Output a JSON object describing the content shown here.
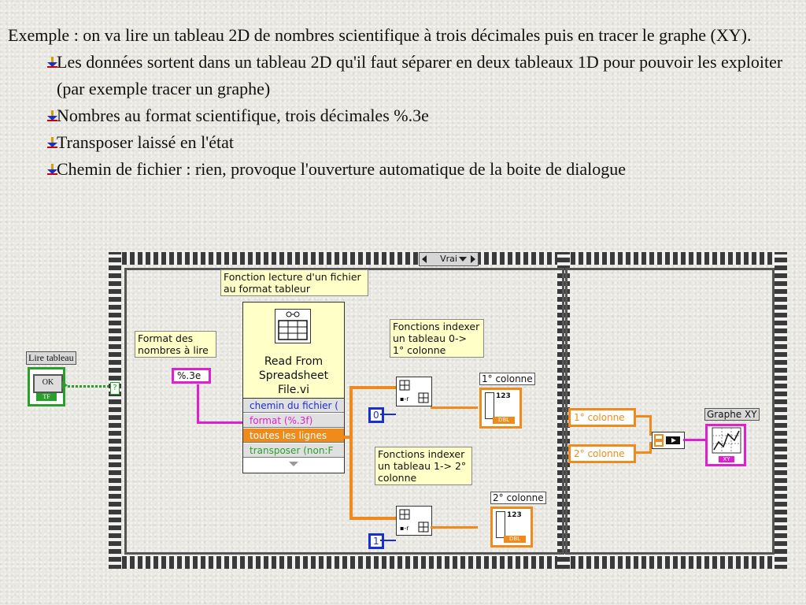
{
  "slide": {
    "intro": "Exemple : on va lire un tableau 2D de nombres scientifique à trois décimales puis en tracer le graphe (XY).",
    "bullets": [
      "Les données sortent dans un tableau 2D qu'il faut séparer en deux tableaux 1D pour pouvoir les exploiter (par exemple tracer un graphe)",
      "Nombres au format scientifique, trois décimales %.3e",
      "Transposer laissé en l'état",
      "Chemin de fichier : rien, provoque l'ouverture automatique de la boite de dialogue"
    ]
  },
  "diagram": {
    "case_selector": "Vrai",
    "bool_label": "Lire tableau",
    "bool_button": "OK",
    "bool_type": "TF",
    "note_lecture": "Fonction lecture d'un fichier au format tableur",
    "note_format": "Format des nombres à lire",
    "format_const": "%.3e",
    "vi_name": "Read From Spreadsheet File.vi",
    "vi_terminals": [
      "chemin du fichier (",
      "format (%.3f)",
      "toutes les lignes",
      "transposer (non:F"
    ],
    "note_index1": "Fonctions indexer un tableau 0-> 1° colonne",
    "note_index2": "Fonctions indexer un tableau 1-> 2° colonne",
    "index_const_0": "0",
    "index_const_1": "1",
    "col1_label": "1° colonne",
    "col2_label": "2° colonne",
    "indicator_digits": "123",
    "indicator_type": "DBL",
    "col1_local": "1° colonne",
    "col2_local": "2° colonne",
    "graph_label": "Graphe XY",
    "graph_type": "XY",
    "question_mark": "?"
  },
  "colors": {
    "orange_wire": "#f08a1a",
    "pink_wire": "#e020d0",
    "green_wire": "#2aa02a",
    "blue_wire": "#1a2fd0",
    "note_bg": "#ffffc8"
  }
}
